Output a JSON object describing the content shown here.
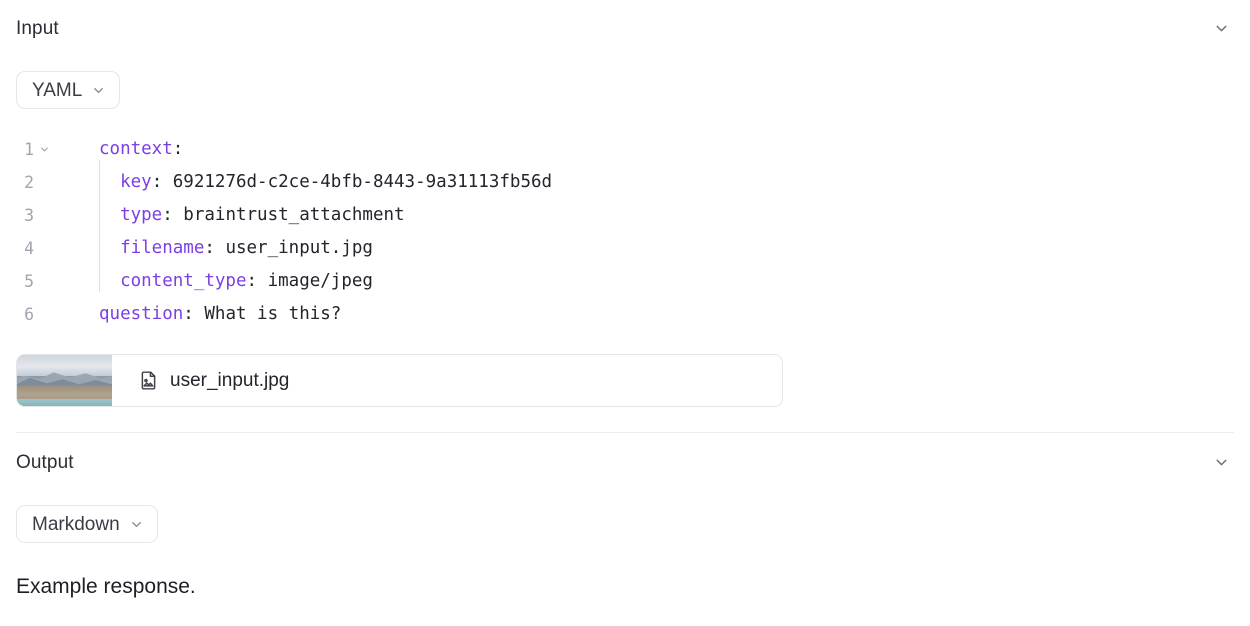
{
  "input": {
    "title": "Input",
    "collapse_icon": "chevron-down-icon",
    "format": {
      "label": "YAML",
      "chevron_icon": "chevron-down-icon"
    },
    "code": {
      "language": "yaml",
      "key_color": "#7b3fe4",
      "value_color": "#22252c",
      "gutter_color": "#a2a5ae",
      "lines": [
        {
          "num": "1",
          "foldable": true,
          "indent": 0,
          "key": "context",
          "sep": ":",
          "value": ""
        },
        {
          "num": "2",
          "foldable": false,
          "indent": 1,
          "key": "key",
          "sep": ":",
          "value": " 6921276d-c2ce-4bfb-8443-9a31113fb56d"
        },
        {
          "num": "3",
          "foldable": false,
          "indent": 1,
          "key": "type",
          "sep": ":",
          "value": " braintrust_attachment"
        },
        {
          "num": "4",
          "foldable": false,
          "indent": 1,
          "key": "filename",
          "sep": ":",
          "value": " user_input.jpg"
        },
        {
          "num": "5",
          "foldable": false,
          "indent": 1,
          "key": "content_type",
          "sep": ":",
          "value": " image/jpeg"
        },
        {
          "num": "6",
          "foldable": false,
          "indent": 0,
          "key": "question",
          "sep": ":",
          "value": " What is this?"
        }
      ]
    },
    "attachment": {
      "filename": "user_input.jpg",
      "file_icon": "file-image-icon",
      "thumbnail_alt": "mountain-lake-landscape-thumbnail"
    }
  },
  "output": {
    "title": "Output",
    "collapse_icon": "chevron-down-icon",
    "format": {
      "label": "Markdown",
      "chevron_icon": "chevron-down-icon"
    },
    "body": "Example response."
  },
  "colors": {
    "accent_purple": "#7b3fe4",
    "text_primary": "#22252c",
    "border": "#e4e5e9",
    "divider": "#ededee"
  }
}
